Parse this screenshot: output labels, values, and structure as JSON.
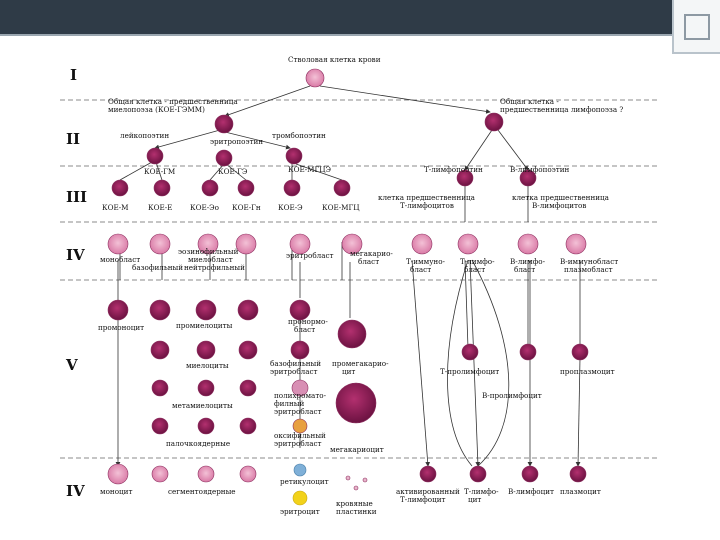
{
  "slide": {
    "accent_color": "#2f3b47"
  },
  "diagram": {
    "title": "Стволовая клетка крови",
    "levels": [
      "I",
      "II",
      "III",
      "IV",
      "V",
      "IV"
    ],
    "labels": {
      "myeloid_precursor_a": "Общая клетка - предшественница",
      "myeloid_precursor_b": "миелопоэза (КОЕ-ГЭММ)",
      "lymphoid_precursor_a": "Общая клетка -",
      "lymphoid_precursor_b": "предшественница лимфопоэза ?",
      "leukopoietin": "лейкопоэтин",
      "erythropoietin": "эритропоэтин",
      "thrombopoietin": "тромбопоэтин",
      "koe_gm": "КОЕ-ГМ",
      "koe_geo": "КОЕ-ГЭ",
      "koe_mgtse": "КОЕ-МГЦЭ",
      "t_lymphopoietin": "Т-лимфопоэтин",
      "b_lymphopoietin": "В-лимфопоэтин",
      "t_precursor_a": "клетка предшественница",
      "t_precursor_b": "Т-лимфоцитов",
      "b_precursor_a": "клетка предшественница",
      "b_precursor_b": "В-лимфоцитов",
      "koe_m": "КОЕ-М",
      "koe_e": "КОЕ-Е",
      "koe_eo": "КОЕ-Эо",
      "koe_gn": "КОЕ-Гн",
      "koe_3": "КОЕ-Э",
      "koe_mgts": "КОЕ-МГЦ",
      "monoblast": "монобласт",
      "eosinophilic_blast": "эозинофильный",
      "myeloblast": "миелобласт",
      "basophilic_blast": "базофильный",
      "neutrophilic_blast": "нейтрофильный",
      "erythroblast": "эритробласт",
      "megakaryoblast_a": "мегакарио-",
      "megakaryoblast_b": "бласт",
      "t_immunoblast_a": "Т-иммуно-",
      "t_immunoblast_b": "бласт",
      "t_lymphoblast_a": "Т-лимфо-",
      "t_lymphoblast_b": "бласт",
      "b_lymphoblast_a": "В-лимфо-",
      "b_lymphoblast_b": "бласт",
      "b_immunoblast_a": "В-иммунобласт",
      "b_immunoblast_b": "плазмобласт",
      "promonocyte": "промоноцит",
      "promyelocytes": "промиелоциты",
      "pronormoblast_a": "пронормо-",
      "pronormoblast_b": "бласт",
      "myelocytes": "миелоциты",
      "basophilic_normoblast_a": "базофильный",
      "basophilic_normoblast_b": "эритробласт",
      "promegakaryocyte_a": "промегакарио-",
      "promegakaryocyte_b": "цит",
      "metamyelocytes": "метамиелоциты",
      "polychromatic_a": "полихромато-",
      "polychromatic_b": "филный",
      "polychromatic_c": "эритробласт",
      "band_cells": "палочкоядерные",
      "oxyphilic_a": "оксифильный",
      "oxyphilic_b": "эритробласт",
      "megakaryocyte": "мегакариоцит",
      "t_prolymphocyte": "Т-пролимфоцит",
      "b_prolymphocyte": "В-пролимфоцит",
      "proplasmocyte": "проплазмоцит",
      "monocyte": "моноцит",
      "segmented": "сегментоядерные",
      "reticulocyte": "ретикулоцит",
      "erythrocyte": "эритроцит",
      "platelets_a": "кровяные",
      "platelets_b": "пластинки",
      "activated_t_a": "активированный",
      "activated_t_b": "Т-лимфоцит",
      "t_lymphocyte_a": "Т-лимфо-",
      "t_lymphocyte_b": "цит",
      "b_lymphocyte": "В-лимфоцит",
      "plasmocyte": "плазмоцит"
    }
  }
}
